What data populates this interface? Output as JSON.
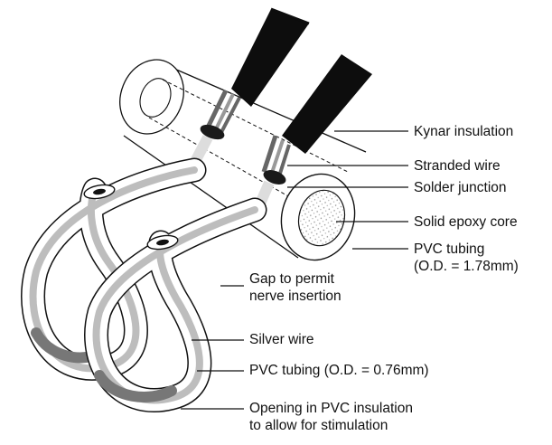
{
  "labels": {
    "kynar_insulation": "Kynar insulation",
    "stranded_wire": "Stranded wire",
    "solder_junction": "Solder junction",
    "solid_epoxy_core": "Solid epoxy core",
    "pvc_tubing_large_line1": "PVC tubing",
    "pvc_tubing_large_line2": "(O.D. = 1.78mm)",
    "gap_line1": "Gap to permit",
    "gap_line2": "nerve insertion",
    "silver_wire": "Silver wire",
    "pvc_tubing_small": "PVC tubing (O.D. = 0.76mm)",
    "opening_line1": "Opening in PVC insulation",
    "opening_line2": "to allow for stimulation"
  },
  "colors": {
    "line": "#111111",
    "cable": "#0d0d0d",
    "silver": "#bdbdbd",
    "tube_fill": "#ffffff",
    "junction": "#1a1a1a"
  }
}
